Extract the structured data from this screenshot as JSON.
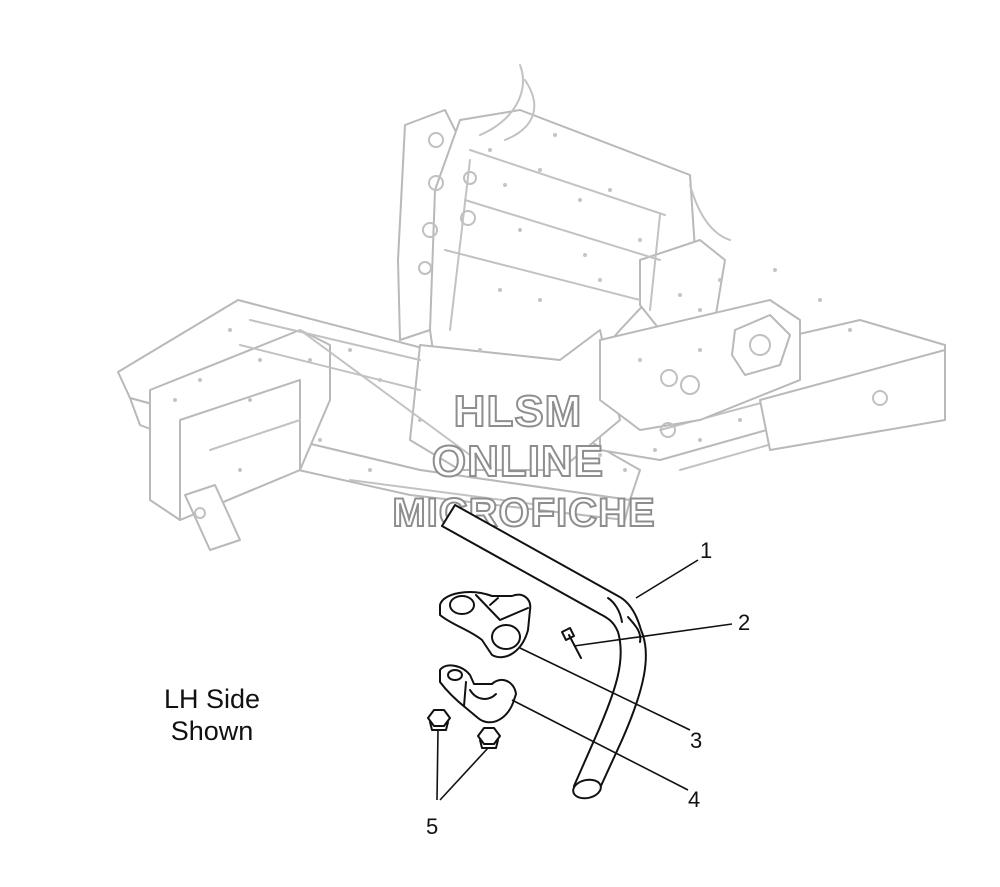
{
  "note": {
    "line1": "LH Side",
    "line2": "Shown"
  },
  "watermark": {
    "line1": "HLSM",
    "line2": "ONLINE",
    "line3": "MICROFICHE"
  },
  "callouts": [
    {
      "num": "1",
      "part": "handle-tube"
    },
    {
      "num": "2",
      "part": "pin"
    },
    {
      "num": "3",
      "part": "upper-clamp"
    },
    {
      "num": "4",
      "part": "lower-clamp"
    },
    {
      "num": "5",
      "part": "nut"
    }
  ],
  "colors": {
    "frame": "#b9b9b9",
    "parts": "#111111",
    "watermark_outline": "#8e8e8e"
  }
}
